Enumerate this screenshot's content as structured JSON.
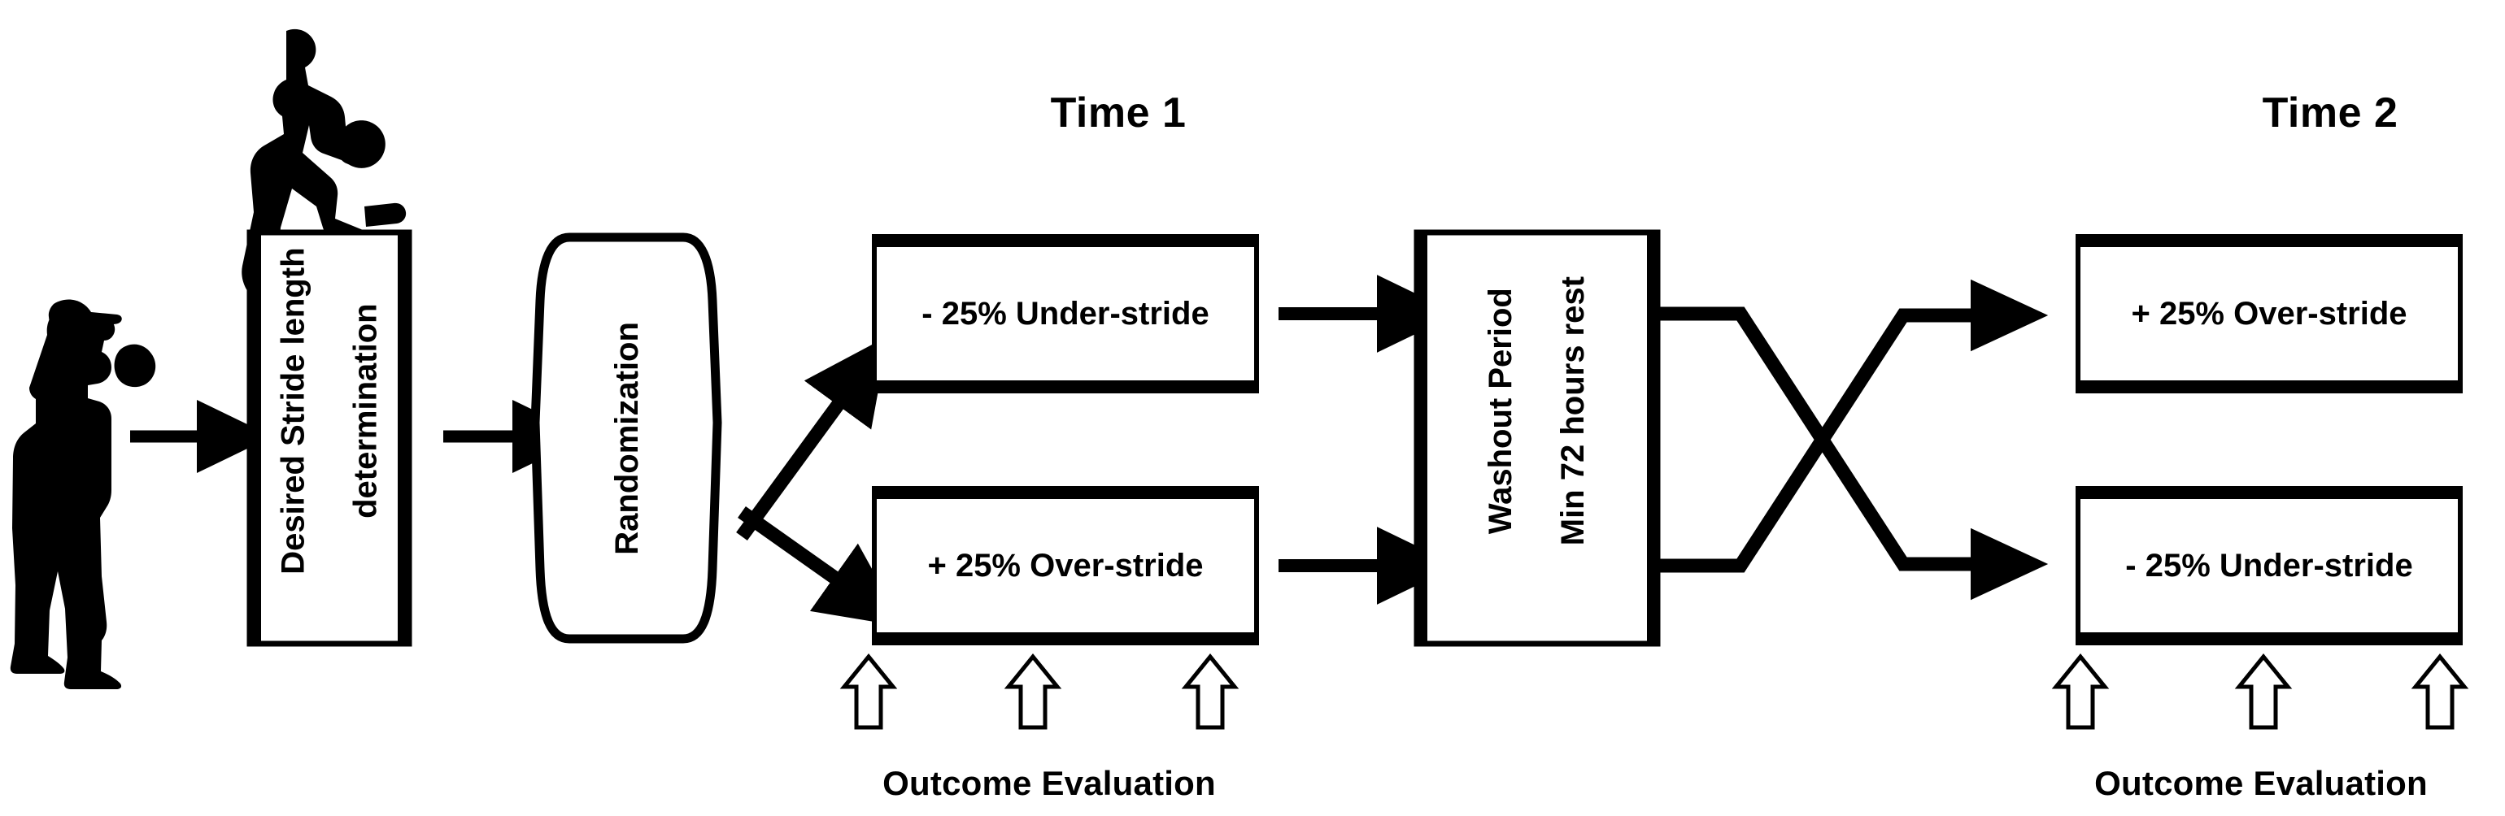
{
  "figure": {
    "type": "flowchart",
    "subtype": "randomized-crossover-study-design",
    "background_color": "#ffffff",
    "stroke_color": "#000000"
  },
  "headers": {
    "time1": "Time 1",
    "time2": "Time 2"
  },
  "nodes": {
    "stride_determination": {
      "label": "Desired Stride length\ndetermination",
      "line1": "Desired Stride length",
      "line2": "determination",
      "shape": "rectangle",
      "orientation": "vertical"
    },
    "randomization": {
      "label": "Randomization",
      "shape": "rounded-oval",
      "orientation": "vertical"
    },
    "time1_top": {
      "label": "- 25% Under-stride",
      "shape": "rectangle",
      "orientation": "horizontal"
    },
    "time1_bottom": {
      "label": "+ 25% Over-stride",
      "shape": "rectangle",
      "orientation": "horizontal"
    },
    "washout": {
      "label": "Washout Period\nMin 72 hours rest",
      "line1": "Washout Period",
      "line2": "Min 72 hours rest",
      "shape": "rectangle",
      "orientation": "vertical"
    },
    "time2_top": {
      "label": "+ 25% Over-stride",
      "shape": "rectangle",
      "orientation": "horizontal"
    },
    "time2_bottom": {
      "label": "- 25% Under-stride",
      "shape": "rectangle",
      "orientation": "horizontal"
    }
  },
  "outcome": {
    "time1_label": "Outcome Evaluation",
    "time2_label": "Outcome Evaluation",
    "arrow_count_per_group": 3,
    "arrow_style": "hollow-up-arrow"
  },
  "figures": {
    "pitcher_set_position": "baseball-pitcher-standing-silhouette",
    "pitcher_leg_lift": "baseball-pitcher-leg-lift-silhouette"
  },
  "connectors": [
    {
      "name": "pitcher-to-stride",
      "style": "solid-arrow",
      "direction": "right"
    },
    {
      "name": "stride-to-randomization",
      "style": "solid-arrow",
      "direction": "right"
    },
    {
      "name": "randomization-to-time1-top",
      "style": "solid-arrow",
      "direction": "up-right"
    },
    {
      "name": "randomization-to-time1-bottom",
      "style": "solid-arrow",
      "direction": "down-right"
    },
    {
      "name": "time1-top-to-washout",
      "style": "solid-arrow",
      "direction": "right"
    },
    {
      "name": "time1-bottom-to-washout",
      "style": "solid-arrow",
      "direction": "right"
    },
    {
      "name": "washout-crossover-top-to-bottom",
      "style": "crossover-line",
      "direction": "down-right"
    },
    {
      "name": "washout-crossover-bottom-to-top",
      "style": "crossover-line",
      "direction": "up-right"
    }
  ]
}
